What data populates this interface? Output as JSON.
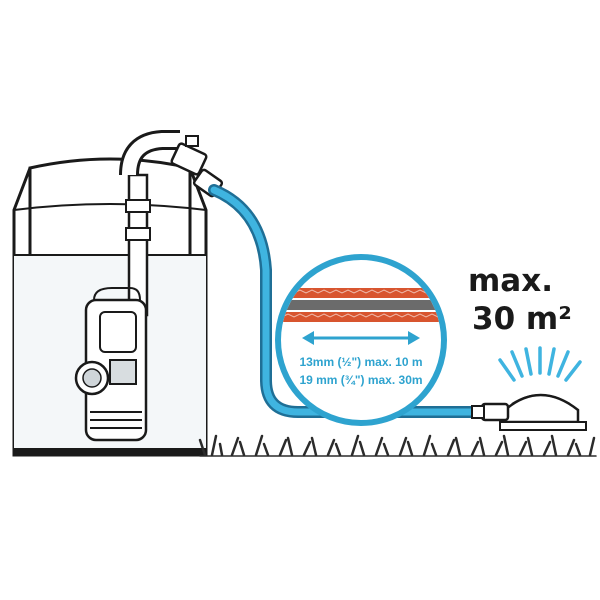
{
  "colors": {
    "hose": "#3fb4e0",
    "hose_outline": "#1f6f96",
    "water_line": "#1a1a1a",
    "hose_red": "#d8552f",
    "hose_gray": "#6b6b6b",
    "grass": "#2b2b2b",
    "spray": "#3fb4e0"
  },
  "hose_specs": [
    {
      "text": "13mm (½\") max. 10 m"
    },
    {
      "text": "19 mm (¾\") max. 30m"
    }
  ],
  "coverage": {
    "line1": "max.",
    "line2": "30 m²"
  },
  "icons": [
    "water-tank",
    "submersible-pump",
    "garden-hose",
    "hose-cross-section-magnifier",
    "double-arrow",
    "lawn-sprinkler",
    "grass"
  ]
}
